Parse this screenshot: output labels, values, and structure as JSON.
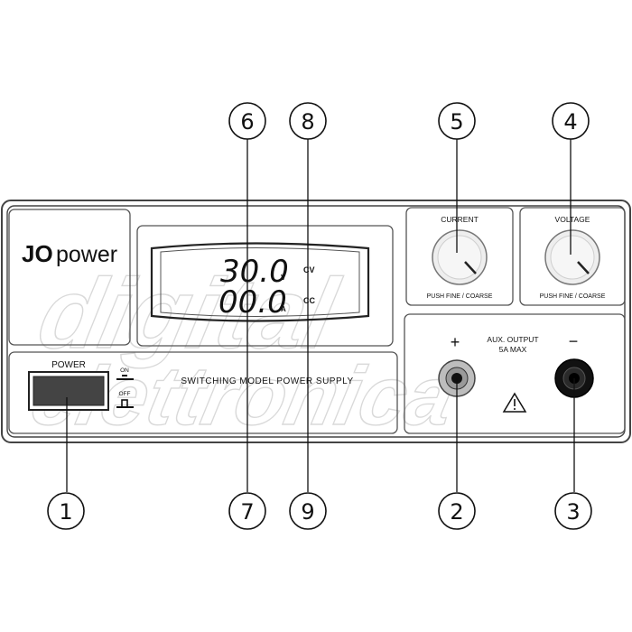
{
  "brand": {
    "part1": "JO",
    "part2": "power"
  },
  "display": {
    "voltage_value": "30.0",
    "voltage_unit": "V",
    "current_value": "00.0",
    "current_unit": "A",
    "cv_indicator": "CV",
    "cc_indicator": "CC"
  },
  "controls": {
    "current_label": "CURRENT",
    "current_sub": "PUSH FINE / COARSE",
    "voltage_label": "VOLTAGE",
    "voltage_sub": "PUSH FINE / COARSE"
  },
  "power": {
    "label": "POWER",
    "on": "ON",
    "off": "OFF"
  },
  "model_text": "SWITCHING MODEL POWER SUPPLY",
  "aux": {
    "line1": "AUX. OUTPUT",
    "line2": "5A MAX",
    "plus": "+",
    "minus": "−"
  },
  "watermark": {
    "line1": "digital",
    "line2": "elettronica"
  },
  "callouts": [
    "1",
    "2",
    "3",
    "4",
    "5",
    "6",
    "7",
    "8",
    "9"
  ],
  "colors": {
    "panel_stroke": "#444444",
    "terminal_black": "#111111",
    "terminal_grey": "#bdbdbd"
  }
}
